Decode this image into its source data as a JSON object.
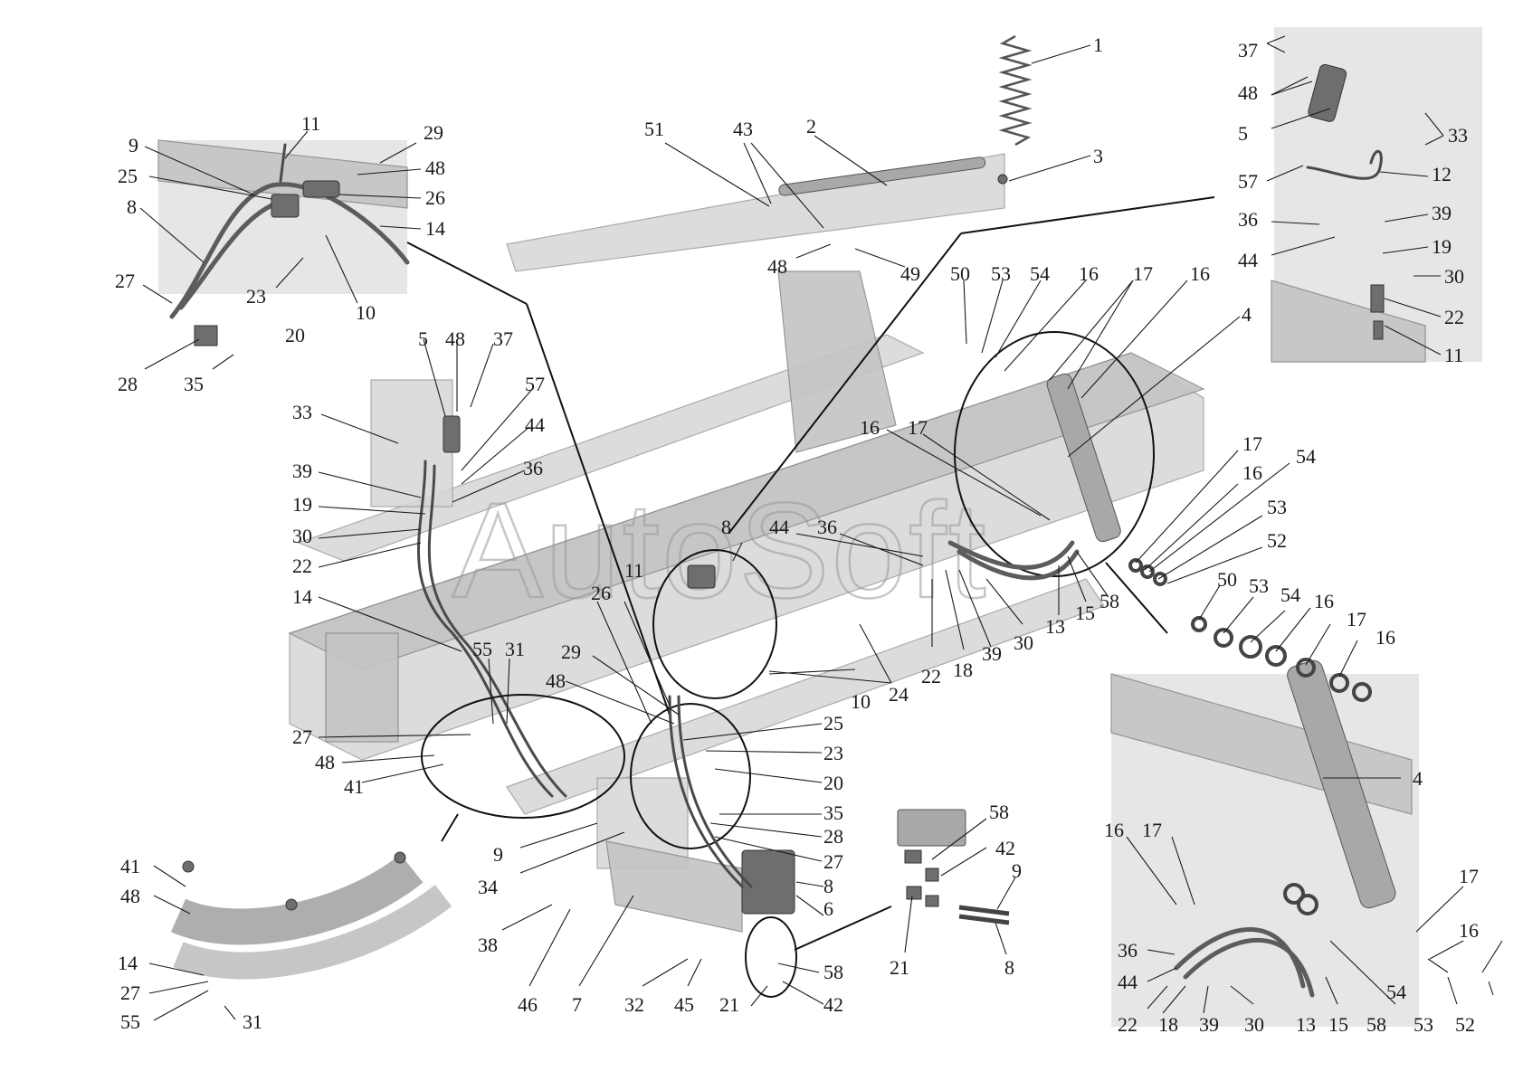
{
  "watermark": "AutoSoft",
  "labels": {
    "l1": "1",
    "l2": "2",
    "l3": "3",
    "l4_top": "4",
    "l4_bottom": "4",
    "l5_main": "5",
    "l5_inset": "5",
    "l6": "6",
    "l7": "7",
    "l8_inset": "8",
    "l8_main": "8",
    "l8_box": "8",
    "l8_right": "8",
    "l9_inset": "9",
    "l9_main": "9",
    "l9_right": "9",
    "l10_inset": "10",
    "l10_main": "10",
    "l11_inset": "11",
    "l11_main": "11",
    "l11_rinset": "11",
    "l12": "12",
    "l13_main": "13",
    "l13_bottom": "13",
    "l14_inset": "14",
    "l14_main": "14",
    "l14_arc": "14",
    "l15_main": "15",
    "l15_bottom": "15",
    "l16_a": "16",
    "l16_b": "16",
    "l16_c": "16",
    "l16_d": "16",
    "l16_e": "16",
    "l16_f": "16",
    "l16_g": "16",
    "l16_h": "16",
    "l17_a": "17",
    "l17_b": "17",
    "l17_c": "17",
    "l17_d": "17",
    "l17_e": "17",
    "l17_f": "17",
    "l18_main": "18",
    "l18_bottom": "18",
    "l19_main": "19",
    "l19_rinset": "19",
    "l20_inset": "20",
    "l20_main": "20",
    "l21_a": "21",
    "l21_b": "21",
    "l22_main": "22",
    "l22_left": "22",
    "l22_rinset": "22",
    "l22_bottom": "22",
    "l23_inset": "23",
    "l23_main": "23",
    "l24": "24",
    "l25_inset": "25",
    "l25_main": "25",
    "l26_inset": "26",
    "l26_main": "26",
    "l27_inset": "27",
    "l27_main": "27",
    "l27_c": "27",
    "l27_arc": "27",
    "l28_inset": "28",
    "l28_main": "28",
    "l29_inset": "29",
    "l29_main": "29",
    "l30_main": "30",
    "l30_left": "30",
    "l30_rinset": "30",
    "l30_bottom": "30",
    "l31_main": "31",
    "l31_arc": "31",
    "l32": "32",
    "l33_main": "33",
    "l33_rinset": "33",
    "l34": "34",
    "l35_inset": "35",
    "l35_main": "35",
    "l36_main": "36",
    "l36_left": "36",
    "l36_rinset": "36",
    "l36_bottom": "36",
    "l37_main": "37",
    "l37_rinset": "37",
    "l38": "38",
    "l39_main": "39",
    "l39_left": "39",
    "l39_rinset": "39",
    "l39_bottom": "39",
    "l41_main": "41",
    "l41_arc": "41",
    "l42_a": "42",
    "l42_b": "42",
    "l43": "43",
    "l44_main": "44",
    "l44_left": "44",
    "l44_rinset": "44",
    "l44_bottom": "44",
    "l45": "45",
    "l46": "46",
    "l48_a": "48",
    "l48_b": "48",
    "l48_c": "48",
    "l48_d": "48",
    "l48_e": "48",
    "l48_f": "48",
    "l48_g": "48",
    "l49": "49",
    "l50_a": "50",
    "l50_b": "50",
    "l51": "51",
    "l52_a": "52",
    "l52_b": "52",
    "l53_a": "53",
    "l53_b": "53",
    "l53_c": "53",
    "l53_d": "53",
    "l54_a": "54",
    "l54_b": "54",
    "l54_c": "54",
    "l54_d": "54",
    "l55_main": "55",
    "l55_arc": "55",
    "l57_main": "57",
    "l57_rinset": "57",
    "l58_a": "58",
    "l58_b": "58",
    "l58_c": "58",
    "l58_d": "58"
  }
}
